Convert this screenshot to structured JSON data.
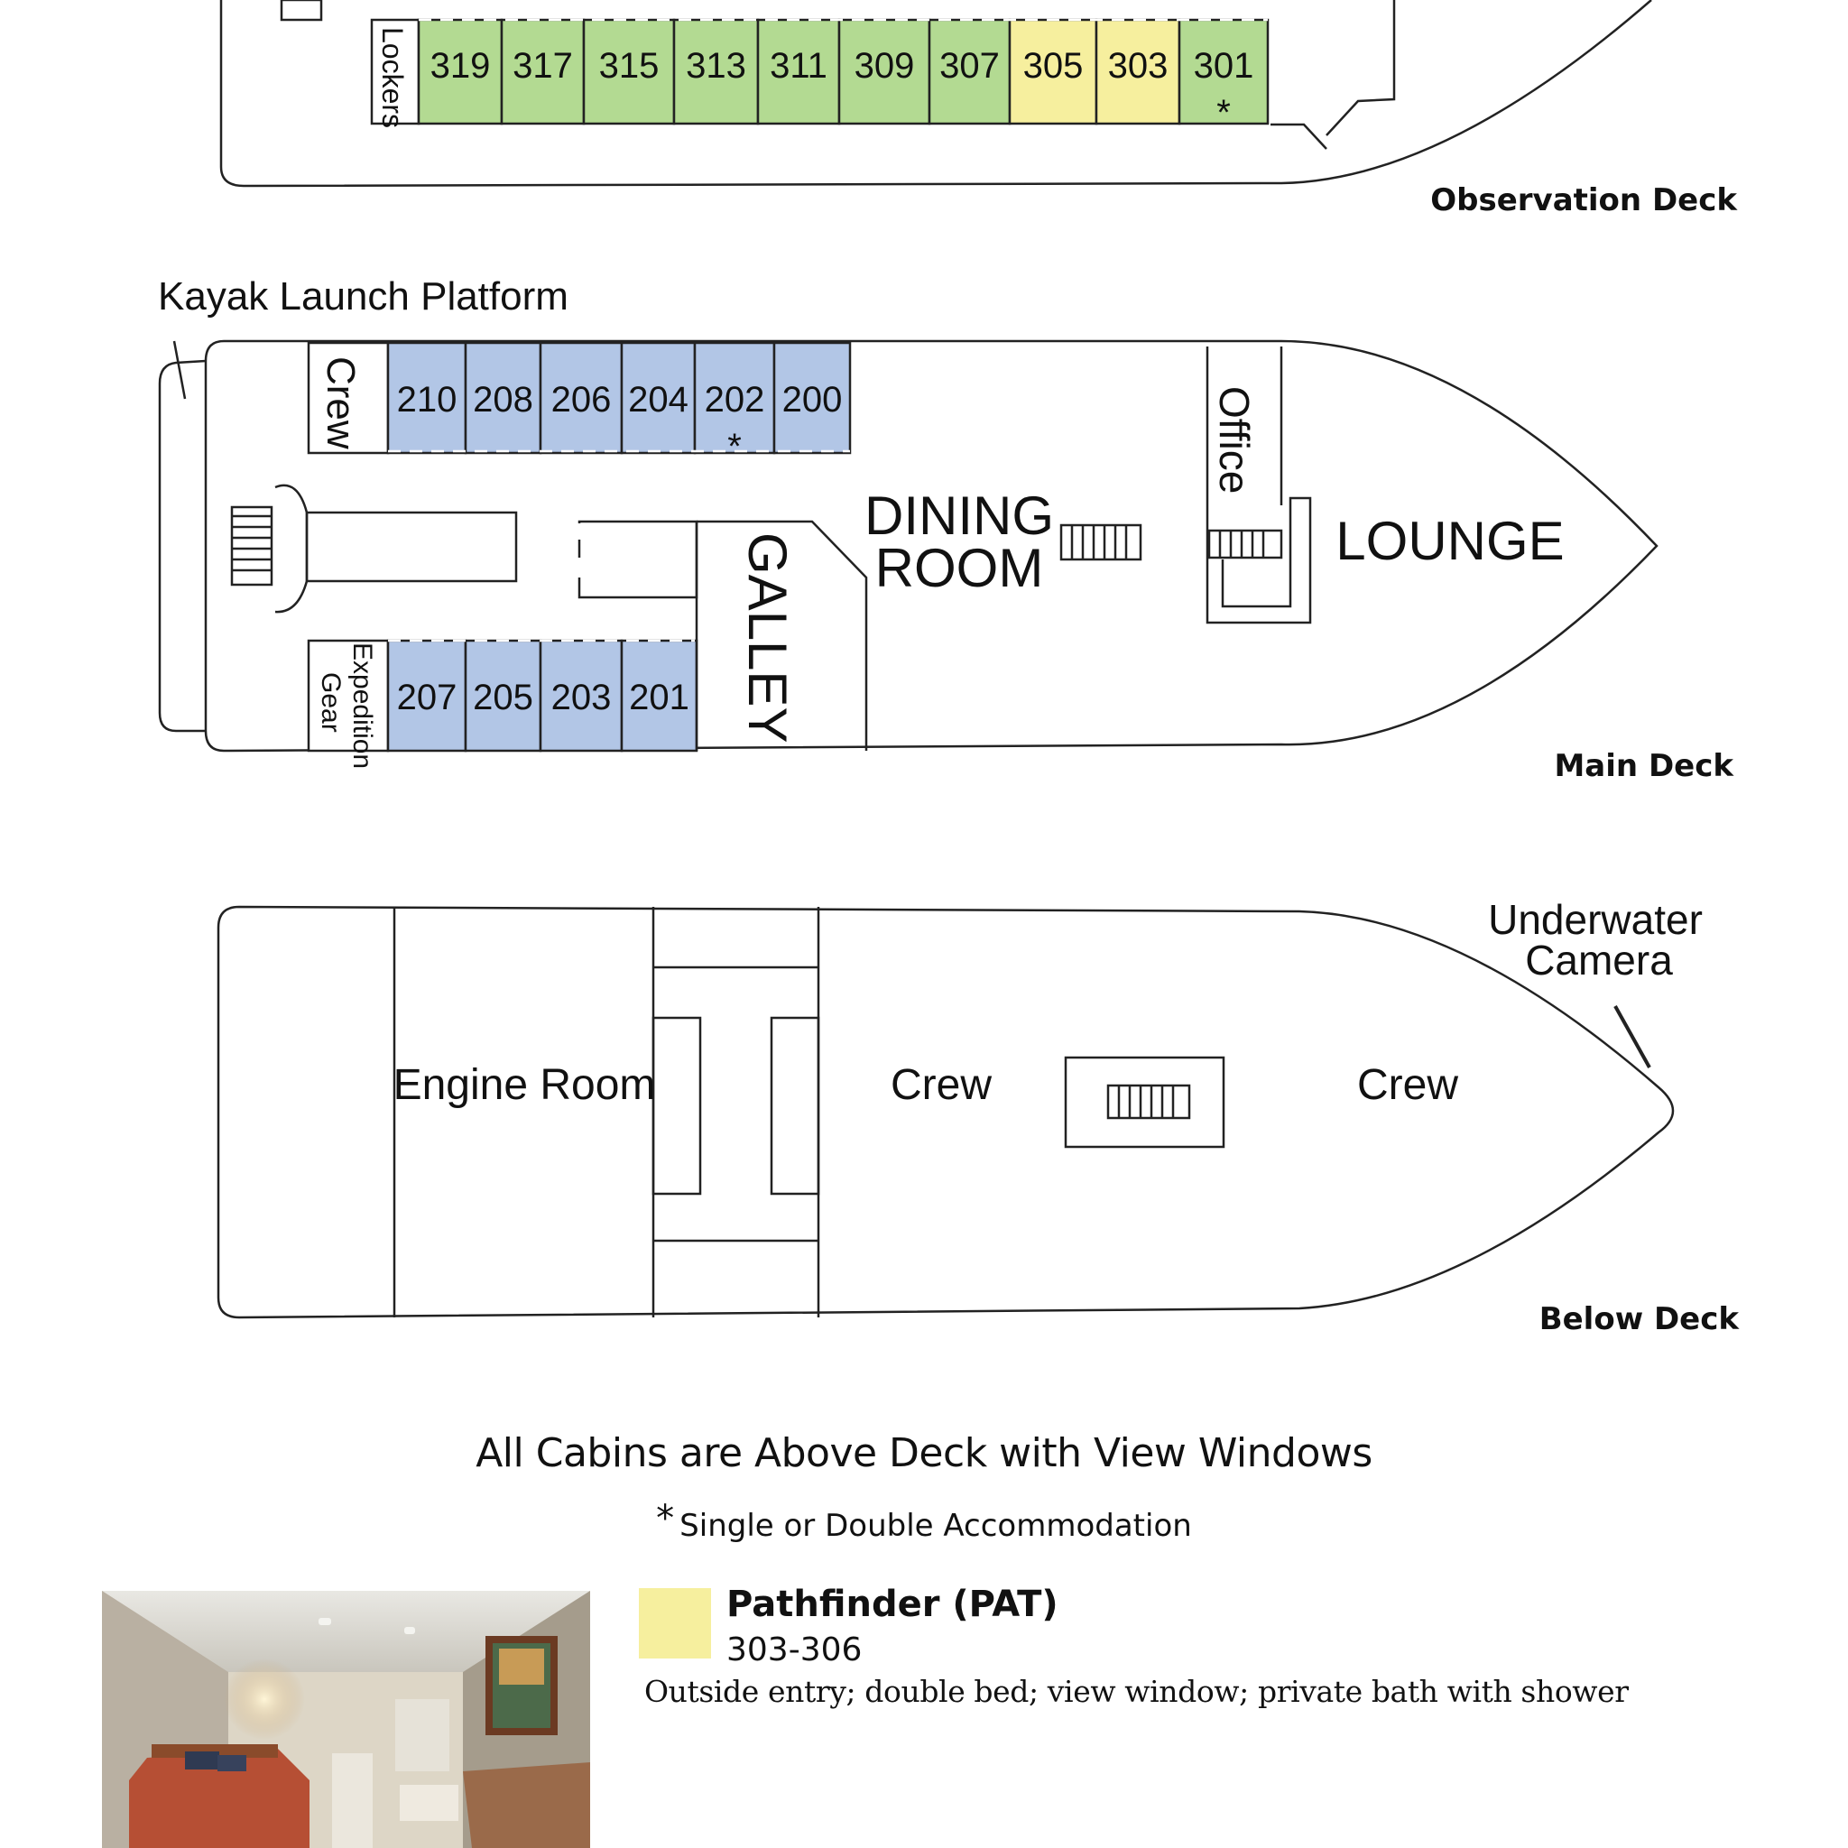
{
  "colors": {
    "observation_cabin": "#b3da92",
    "pathfinder_cabin": "#f6ef9e",
    "main_cabin": "#b2c6e6",
    "outline": "#222222"
  },
  "observation_deck": {
    "name": "Observation Deck",
    "lockers_label": "Lockers",
    "cabins": [
      {
        "number": "319",
        "class": "observation_cabin",
        "star": false
      },
      {
        "number": "317",
        "class": "observation_cabin",
        "star": false
      },
      {
        "number": "315",
        "class": "observation_cabin",
        "star": false
      },
      {
        "number": "313",
        "class": "observation_cabin",
        "star": false
      },
      {
        "number": "311",
        "class": "observation_cabin",
        "star": false
      },
      {
        "number": "309",
        "class": "observation_cabin",
        "star": false
      },
      {
        "number": "307",
        "class": "observation_cabin",
        "star": false
      },
      {
        "number": "305",
        "class": "pathfinder_cabin",
        "star": false
      },
      {
        "number": "303",
        "class": "pathfinder_cabin",
        "star": false
      },
      {
        "number": "301",
        "class": "observation_cabin",
        "star": true
      }
    ]
  },
  "main_deck": {
    "name": "Main Deck",
    "kayak_label": "Kayak Launch Platform",
    "crew_label": "Crew",
    "gear_label_1": "Expedition",
    "gear_label_2": "Gear",
    "dining_1": "DINING",
    "dining_2": "ROOM",
    "galley": "GALLEY",
    "office": "Office",
    "lounge": "LOUNGE",
    "cabins_top": [
      {
        "number": "210",
        "star": false
      },
      {
        "number": "208",
        "star": false
      },
      {
        "number": "206",
        "star": false
      },
      {
        "number": "204",
        "star": false
      },
      {
        "number": "202",
        "star": true
      },
      {
        "number": "200",
        "star": false
      }
    ],
    "cabins_bottom": [
      {
        "number": "207",
        "star": false
      },
      {
        "number": "205",
        "star": false
      },
      {
        "number": "203",
        "star": false
      },
      {
        "number": "201",
        "star": false
      }
    ]
  },
  "below_deck": {
    "name": "Below Deck",
    "engine_room": "Engine Room",
    "crew_left": "Crew",
    "crew_right": "Crew",
    "camera_1": "Underwater",
    "camera_2": "Camera"
  },
  "footer": {
    "title": "All Cabins are Above Deck with View Windows",
    "star_symbol": "*",
    "note": "Single or Double Accommodation"
  },
  "legend": {
    "name": "Pathfinder (PAT)",
    "range": "303-306",
    "description": "Outside entry; double bed; view window; private bath with shower"
  },
  "cabin_photo": {
    "icon": "cabin-photo-image"
  }
}
